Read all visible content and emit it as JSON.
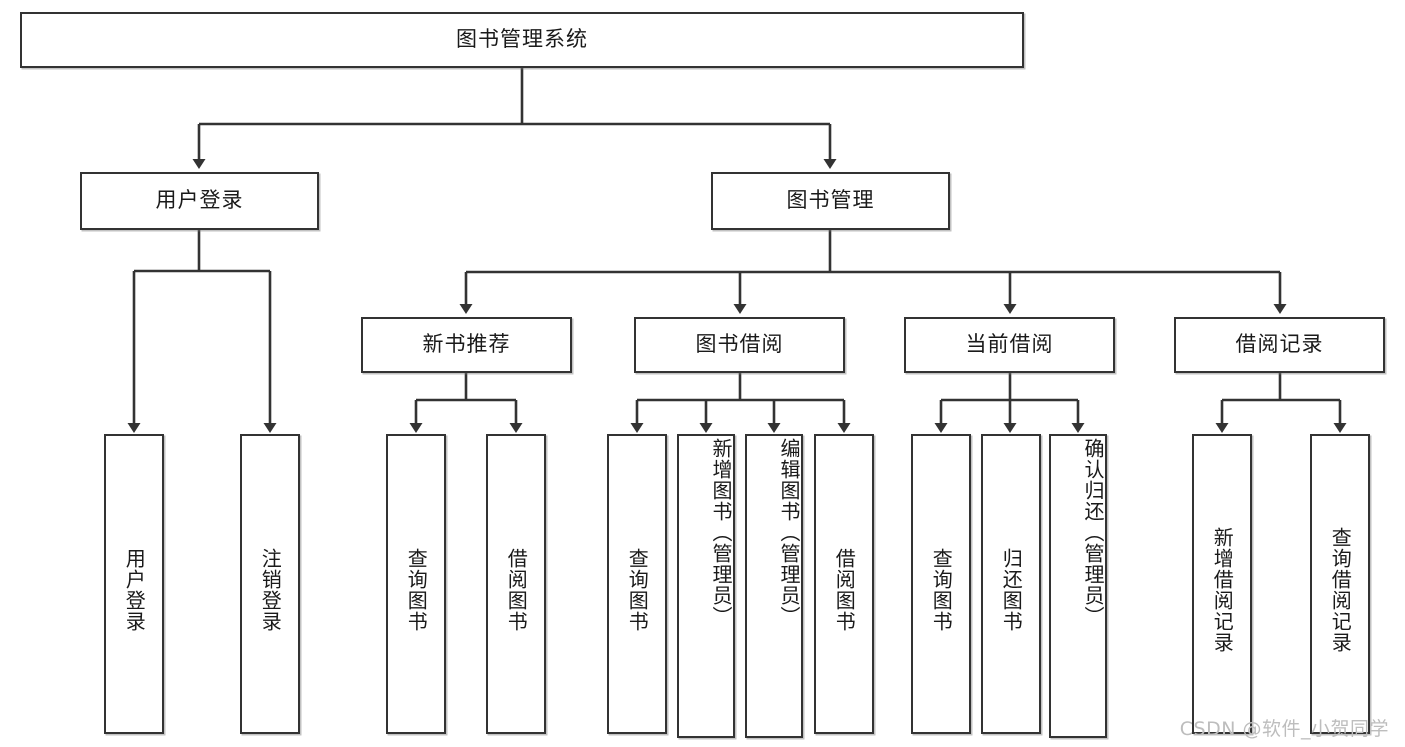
{
  "diagram": {
    "title": "图书管理系统",
    "type": "tree",
    "watermark": "CSDN @软件_小贺同学",
    "colors": {
      "box_border": "#333333",
      "box_fill": "#ffffff",
      "edge": "#333333",
      "text": "#1a1a1a",
      "watermark": "#bdbdbd",
      "background": "#ffffff"
    },
    "root": {
      "label": "图书管理系统"
    },
    "level2": [
      {
        "id": "user-login",
        "label": "用户登录"
      },
      {
        "id": "book-manage",
        "label": "图书管理"
      }
    ],
    "level3": [
      {
        "id": "new-book-recommend",
        "label": "新书推荐",
        "parent": "book-manage"
      },
      {
        "id": "book-borrow",
        "label": "图书借阅",
        "parent": "book-manage"
      },
      {
        "id": "current-borrow",
        "label": "当前借阅",
        "parent": "book-manage"
      },
      {
        "id": "borrow-record",
        "label": "借阅记录",
        "parent": "book-manage"
      }
    ],
    "leaves": {
      "user_login": [
        {
          "id": "leaf-user-login",
          "label": "用户登录"
        },
        {
          "id": "leaf-user-logout",
          "label": "注销登录"
        }
      ],
      "new_book_recommend": [
        {
          "id": "leaf-query-book-1",
          "label": "查询图书"
        },
        {
          "id": "leaf-borrow-book-1",
          "label": "借阅图书"
        }
      ],
      "book_borrow": [
        {
          "id": "leaf-query-book-2",
          "label": "查询图书"
        },
        {
          "id": "leaf-add-book-admin",
          "label": "新增图书（管理员）"
        },
        {
          "id": "leaf-edit-book-admin",
          "label": "编辑图书（管理员）"
        },
        {
          "id": "leaf-borrow-book-2",
          "label": "借阅图书"
        }
      ],
      "current_borrow": [
        {
          "id": "leaf-query-book-3",
          "label": "查询图书"
        },
        {
          "id": "leaf-return-book",
          "label": "归还图书"
        },
        {
          "id": "leaf-confirm-return-admin",
          "label": "确认归还（管理员）"
        }
      ],
      "borrow_record": [
        {
          "id": "leaf-add-borrow-record",
          "label": "新增借阅记录"
        },
        {
          "id": "leaf-query-borrow-record",
          "label": "查询借阅记录"
        }
      ]
    }
  }
}
